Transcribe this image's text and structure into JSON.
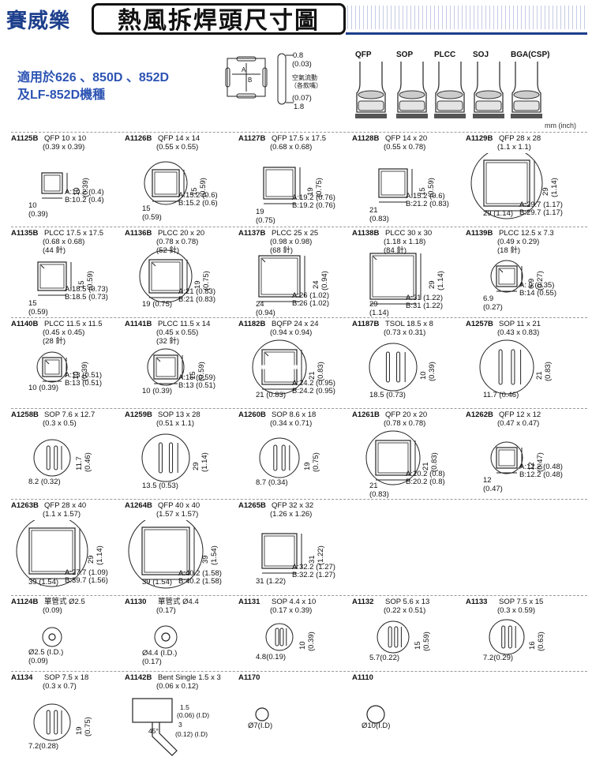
{
  "header": {
    "brand": "賽威樂",
    "title": "熱風拆焊頭尺寸圖"
  },
  "intro": {
    "line1": "適用於626 、850D 、852D",
    "line2": "及LF-852D機種"
  },
  "diagram": {
    "d1": "0.8",
    "d1in": "(0.03)",
    "air": "空氣流動",
    "air2": "（各款嘴）",
    "d2in": "(0.07)",
    "d2": "1.8",
    "a": "A",
    "b": "B"
  },
  "types": [
    "QFP",
    "SOP",
    "PLCC",
    "SOJ",
    "BGA(CSP)"
  ],
  "units": "mm (inch)",
  "rows": [
    [
      {
        "code": "A1125B",
        "spec": "QFP 10 x 10",
        "spec2": "(0.39 x 0.39)",
        "shape": "qfp",
        "s": 26,
        "ring": 0,
        "ab": [
          "A:10.2 (0.4)",
          "B:10.2 (0.4)"
        ],
        "bot": [
          "10",
          "(0.39)"
        ],
        "side": [
          "10",
          "(0.39)"
        ]
      },
      {
        "code": "A1126B",
        "spec": "QFP 14 x 14",
        "spec2": "(0.55 x 0.55)",
        "shape": "qfp",
        "s": 34,
        "ring": 1,
        "ab": [
          "A:15.2 (0.6)",
          "B:15.2 (0.6)"
        ],
        "bot": [
          "15",
          "(0.59)"
        ],
        "side": [
          "15",
          "(0.59)"
        ]
      },
      {
        "code": "A1127B",
        "spec": "QFP 17.5 x 17.5",
        "spec2": "(0.68 x 0.68)",
        "shape": "qfp",
        "s": 40,
        "ring": 0,
        "ab": [
          "A:19.2 (0.76)",
          "B:19.2 (0.76)"
        ],
        "bot": [
          "19",
          "(0.75)"
        ],
        "side": [
          "19",
          "(0.75)"
        ]
      },
      {
        "code": "A1128B",
        "spec": "QFP 14 x 20",
        "spec2": "(0.55 x 0.78)",
        "shape": "qfp",
        "s": 36,
        "ring": 0,
        "ab": [
          "A:15.2 (0.6)",
          "B:21.2 (0.83)"
        ],
        "bot": [
          "21",
          "(0.83)"
        ],
        "side": [
          "15",
          "(0.59)"
        ]
      },
      {
        "code": "A1129B",
        "spec": "QFP 28 x 28",
        "spec2": "(1.1 x 1.1)",
        "shape": "qfp",
        "s": 58,
        "ring": 1,
        "ab": [
          "A:29.7 (1.17)",
          "B:29.7 (1.17)"
        ],
        "bot": [
          "29 (1.14)",
          ""
        ],
        "side": [
          "29",
          "(1.14)"
        ]
      }
    ],
    [
      {
        "code": "A1135B",
        "spec": "PLCC 17.5 x 17.5",
        "spec2": "(0.68 x 0.68)",
        "spec3": "(44 針)",
        "shape": "plcc",
        "s": 36,
        "ring": 0,
        "ab": [
          "A:18.5 (0.73)",
          "B:18.5 (0.73)"
        ],
        "bot": [
          "15",
          "(0.59)"
        ],
        "side": [
          "15",
          "(0.59)"
        ]
      },
      {
        "code": "A1136B",
        "spec": "PLCC 20 x 20",
        "spec2": "(0.78 x 0.78)",
        "spec3": "(52 針)",
        "shape": "plcc",
        "s": 42,
        "ring": 1,
        "ab": [
          "A:21 (0.83)",
          "B:21 (0.83)"
        ],
        "bot": [
          "19 (0.75)",
          ""
        ],
        "side": [
          "19",
          "(0.75)"
        ]
      },
      {
        "code": "A1137B",
        "spec": "PLCC 25 x 25",
        "spec2": "(0.98 x 0.98)",
        "spec3": "(68 針)",
        "shape": "plcc",
        "s": 52,
        "ring": 0,
        "ab": [
          "A:26 (1.02)",
          "B:26 (1.02)"
        ],
        "bot": [
          "24",
          "(0.94)"
        ],
        "side": [
          "24",
          "(0.94)"
        ]
      },
      {
        "code": "A1138B",
        "spec": "PLCC 30 x 30",
        "spec2": "(1.18 x 1.18)",
        "spec3": "(84 針)",
        "shape": "plcc",
        "s": 58,
        "ring": 0,
        "ab": [
          "A:31 (1.22)",
          "B:31 (1.22)"
        ],
        "bot": [
          "29",
          "(1.14)"
        ],
        "side": [
          "29",
          "(1.14)"
        ]
      },
      {
        "code": "A1139B",
        "spec": "PLCC 12.5 x 7.3",
        "spec2": "(0.49 x 0.29)",
        "spec3": "(18 針)",
        "shape": "plcc",
        "s": 26,
        "ring": 1,
        "ab": [
          "A:  9 (0.35)",
          "B:14 (0.55)"
        ],
        "bot": [
          "6.9",
          "(0.27)"
        ],
        "side": [
          "6.9",
          "(0.27)"
        ]
      }
    ],
    [
      {
        "code": "A1140B",
        "spec": "PLCC 11.5 x 11.5",
        "spec2": "(0.45 x 0.45)",
        "spec3": "(28 針)",
        "shape": "plcc",
        "s": 24,
        "ring": 1,
        "ab": [
          "A:13 (0.51)",
          "B:13 (0.51)"
        ],
        "bot": [
          "10 (0.39)",
          ""
        ],
        "side": [
          "10",
          "(0.39)"
        ]
      },
      {
        "code": "A1141B",
        "spec": "PLCC 11.5 x 14",
        "spec2": "(0.45 x 0.55)",
        "spec3": "(32 針)",
        "shape": "plcc",
        "s": 30,
        "ring": 1,
        "ab": [
          "A:15 (0.59)",
          "B:13 (0.51)"
        ],
        "bot": [
          "10 (0.39)",
          ""
        ],
        "side": [
          "15",
          "(0.59)"
        ]
      },
      {
        "code": "A1182B",
        "spec": "BQFP 24 x 24",
        "spec2": "(0.94 x 0.94)",
        "shape": "bqfp",
        "s": 44,
        "ring": 1,
        "ab": [
          "A:24.2 (0.95)",
          "B:24.2 (0.95)"
        ],
        "bot": [
          "21 (0.83)",
          ""
        ],
        "side": [
          "21",
          "(0.83)"
        ]
      },
      {
        "code": "A1187B",
        "spec": "TSOL 18.5 x 8",
        "spec2": "(0.73 x 0.31)",
        "shape": "tsol",
        "s": 38,
        "ring": 1,
        "ab": [],
        "bot": [
          "18.5 (0.73)",
          ""
        ],
        "side": [
          "10",
          "(0.39)"
        ]
      },
      {
        "code": "A1257B",
        "spec": "SOP 11 x 21",
        "spec2": "(0.43 x 0.83)",
        "shape": "sop",
        "s": 44,
        "ring": 1,
        "ab": [],
        "bot": [
          "11.7 (0.46)",
          ""
        ],
        "side": [
          "21",
          "(0.83)"
        ]
      }
    ],
    [
      {
        "code": "A1258B",
        "spec": "SOP 7.6 x 12.7",
        "spec2": "(0.3 x 0.5)",
        "shape": "sop",
        "s": 30,
        "ring": 1,
        "ab": [],
        "bot": [
          "8.2 (0.32)",
          ""
        ],
        "side": [
          "11.7",
          "(0.46)"
        ]
      },
      {
        "code": "A1259B",
        "spec": "SOP 13 x 28",
        "spec2": "(0.51 x 1.1)",
        "shape": "sop",
        "s": 38,
        "ring": 1,
        "ab": [],
        "bot": [
          "13.5 (0.53)",
          ""
        ],
        "side": [
          "29",
          "(1.14)"
        ]
      },
      {
        "code": "A1260B",
        "spec": "SOP 8.6 x 18",
        "spec2": "(0.34 x 0.71)",
        "shape": "sop",
        "s": 32,
        "ring": 1,
        "ab": [],
        "bot": [
          "8.7 (0.34)",
          ""
        ],
        "side": [
          "19",
          "(0.75)"
        ]
      },
      {
        "code": "A1261B",
        "spec": "QFP 20 x 20",
        "spec2": "(0.78 x 0.78)",
        "shape": "qfp",
        "s": 44,
        "ring": 1,
        "ab": [
          "A:20.2 (0.8)",
          "B:20.2 (0.8)"
        ],
        "bot": [
          "21",
          "(0.83)"
        ],
        "side": [
          "21",
          "(0.83)"
        ]
      },
      {
        "code": "A1262B",
        "spec": "QFP 12 x 12",
        "spec2": "(0.47 x 0.47)",
        "shape": "qfp",
        "s": 26,
        "ring": 1,
        "ab": [
          "A:12.2 (0.48)",
          "B:12.2 (0.48)"
        ],
        "bot": [
          "12",
          "(0.47)"
        ],
        "side": [
          "12",
          "(0.47)"
        ]
      }
    ],
    [
      {
        "code": "A1263B",
        "spec": "QFP 28 x 40",
        "spec2": "(1.1 x 1.57)",
        "shape": "qfp",
        "s": 58,
        "ring": 1,
        "ab": [
          "A:27.7 (1.09)",
          "B:39.7 (1.56)"
        ],
        "bot": [
          "39 (1.54)",
          ""
        ],
        "side": [
          "29",
          "(1.14)"
        ]
      },
      {
        "code": "A1264B",
        "spec": "QFP 40 x 40",
        "spec2": "(1.57 x 1.57)",
        "shape": "qfp",
        "s": 60,
        "ring": 1,
        "ab": [
          "A:40.2 (1.58)",
          "B:40.2 (1.58)"
        ],
        "bot": [
          "39 (1.54)",
          ""
        ],
        "side": [
          "39",
          "(1.54)"
        ]
      },
      {
        "code": "A1265B",
        "spec": "QFP 32 x 32",
        "spec2": "(1.26 x 1.26)",
        "shape": "qfp",
        "s": 44,
        "ring": 0,
        "ab": [
          "A:32.2 (1.27)",
          "B:32.2 (1.27)"
        ],
        "bot": [
          "31 (1.22)",
          ""
        ],
        "side": [
          "31",
          "(1.22)"
        ]
      }
    ],
    [
      {
        "code": "A1124B",
        "spec": "單管式 Ø2.5",
        "spec2": "(0.09)",
        "shape": "dot",
        "s": 12,
        "ring": 1,
        "ab": [],
        "bot": [
          "Ø2.5 (I.D.)",
          "(0.09)"
        ],
        "side": [
          "",
          ""
        ]
      },
      {
        "code": "A1130",
        "spec": "單管式 Ø4.4",
        "spec2": "(0.17)",
        "shape": "dot",
        "s": 14,
        "ring": 1,
        "ab": [],
        "bot": [
          "Ø4.4 (I.D.)",
          "(0.17)"
        ],
        "side": [
          "",
          ""
        ]
      },
      {
        "code": "A1131",
        "spec": "SOP 4.4 x 10",
        "spec2": "(0.17 x 0.39)",
        "shape": "sop",
        "s": 22,
        "ring": 1,
        "ab": [],
        "bot": [
          "4.8(0.19)",
          ""
        ],
        "side": [
          "10",
          "(0.39)"
        ]
      },
      {
        "code": "A1132",
        "spec": "SOP 5.6 x 13",
        "spec2": "(0.22 x 0.51)",
        "shape": "sop",
        "s": 26,
        "ring": 1,
        "ab": [],
        "bot": [
          "5.7(0.22)",
          ""
        ],
        "side": [
          "15",
          "(0.59)"
        ]
      },
      {
        "code": "A1133",
        "spec": "SOP 7.5 x 15",
        "spec2": "(0.3 x 0.59)",
        "shape": "sop",
        "s": 28,
        "ring": 1,
        "ab": [],
        "bot": [
          "7.2(0.29)",
          ""
        ],
        "side": [
          "16",
          "(0.63)"
        ]
      }
    ],
    [
      {
        "code": "A1134",
        "spec": "SOP 7.5 x 18",
        "spec2": "(0.3 x 0.7)",
        "shape": "sop",
        "s": 30,
        "ring": 1,
        "ab": [],
        "bot": [
          "7.2(0.28)",
          ""
        ],
        "side": [
          "19",
          "(0.75)"
        ]
      },
      {
        "code": "A1142B",
        "spec": "Bent Single 1.5 x 3",
        "spec2": "(0.06 x 0.12)",
        "shape": "bent",
        "s": 0,
        "ring": 0,
        "ab": [],
        "bot": [
          "",
          ""
        ],
        "side": [
          "",
          ""
        ],
        "extra": [
          "45°",
          "1.5",
          "(0.06) (I.D)",
          "3",
          "(0.12) (I.D)"
        ]
      },
      {
        "code": "A1170",
        "spec": "",
        "spec2": "",
        "shape": "round",
        "s": 8,
        "ring": 0,
        "ab": [],
        "bot": [
          "Ø7(I.D)",
          ""
        ],
        "side": [
          "",
          ""
        ]
      },
      {
        "code": "A1110",
        "spec": "",
        "spec2": "",
        "shape": "round",
        "s": 11,
        "ring": 0,
        "ab": [],
        "bot": [
          "Ø10(I.D)",
          ""
        ],
        "side": [
          "",
          ""
        ]
      }
    ]
  ]
}
